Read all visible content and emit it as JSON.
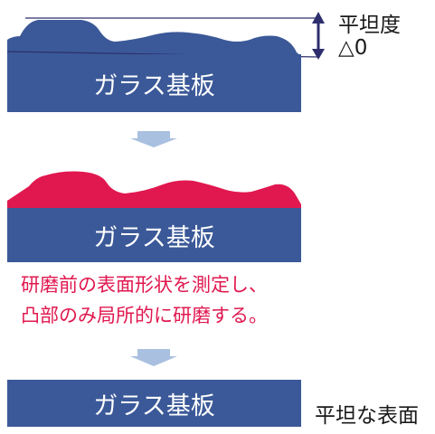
{
  "stage1": {
    "substrate_label": "ガラス基板",
    "flatness_label": "平坦度",
    "flatness_value": "△0"
  },
  "stage2": {
    "substrate_label": "ガラス基板",
    "note_line1": "研磨前の表面形状を測定し、",
    "note_line2": "凸部のみ局所的に研磨する。"
  },
  "stage3": {
    "substrate_label": "ガラス基板",
    "result_label": "平坦な表面"
  },
  "colors": {
    "substrate": "#3b5998",
    "surface_before": "#3b5998",
    "surface_measured": "#e0184f",
    "arrow": "#a9c0e0",
    "dimension_line": "#2e2e6e"
  }
}
